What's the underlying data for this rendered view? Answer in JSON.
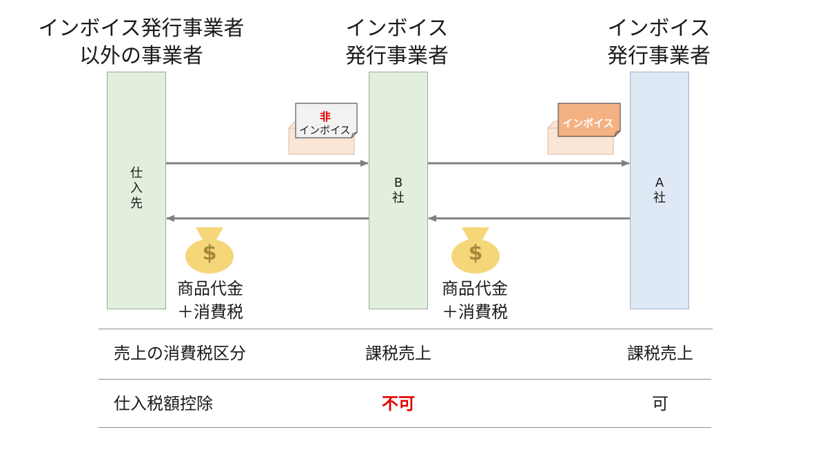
{
  "colors": {
    "supplier_fill": "#e2efdc",
    "company_b_fill": "#e2efdc",
    "company_a_fill": "#dfe9f5",
    "arrow": "#7f7f7f",
    "invoice_doc": "#f4b183",
    "non_invoice_doc": "#f2f2f2",
    "box": "#fbe5d6",
    "money_bag": "#f5d77a",
    "deduction_not_allowed": "#e00000"
  },
  "headers": {
    "left": {
      "line1": "インボイス発行事業者",
      "line2": "以外の事業者"
    },
    "middle": {
      "line1": "インボイス",
      "line2": "発行事業者"
    },
    "right": {
      "line1": "インボイス",
      "line2": "発行事業者"
    }
  },
  "entities": {
    "supplier": {
      "label": [
        "仕",
        "入",
        "先"
      ]
    },
    "company_b": {
      "label": [
        "B",
        "社"
      ]
    },
    "company_a": {
      "label": [
        "A",
        "社"
      ]
    }
  },
  "documents": {
    "non_invoice": {
      "mark": "非",
      "text": "インボイス"
    },
    "invoice": {
      "text": "インボイス"
    }
  },
  "payments": {
    "left": {
      "line1": "商品代金",
      "line2": "＋消費税"
    },
    "right": {
      "line1": "商品代金",
      "line2": "＋消費税"
    },
    "symbol": "$"
  },
  "table": {
    "rows": [
      {
        "label": "売上の消費税区分",
        "company_b": "課税売上",
        "company_a": "課税売上"
      },
      {
        "label": "仕入税額控除",
        "company_b": "不可",
        "company_a": "可"
      }
    ]
  }
}
